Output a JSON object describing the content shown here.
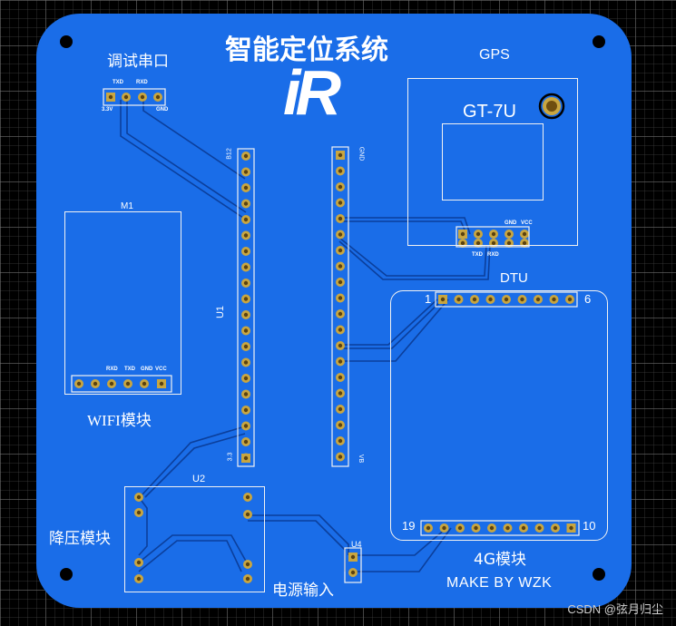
{
  "title": "智能定位系统",
  "logo": "iR",
  "debug": {
    "label": "调试串口",
    "txd": "TXD",
    "rxd": "RXD",
    "v33": "3.3V",
    "gnd": "GND"
  },
  "m1": {
    "label": "M1",
    "caption": "WIFI模块",
    "rxd": "RXD",
    "txd": "TXD",
    "gnd": "GND",
    "vcc": "VCC"
  },
  "u1": {
    "label": "U1",
    "top": "B12",
    "bottom": "3.3"
  },
  "right_header": {
    "top": "GND",
    "bottom": "VB"
  },
  "gps": {
    "label": "GPS",
    "chip": "GT-7U",
    "gnd": "GND",
    "vcc": "VCC",
    "txd": "TXD",
    "rxd": "RXD"
  },
  "dtu": {
    "label": "DTU",
    "pin1": "1",
    "pin6": "6",
    "pin19": "19",
    "pin10": "10",
    "caption": "4G模块"
  },
  "u2": {
    "label": "U2",
    "caption": "降压模块"
  },
  "u4": {
    "label": "U4",
    "caption": "电源输入"
  },
  "credit": "MAKE BY WZK",
  "watermark": "CSDN @弦月归尘",
  "colors": {
    "board": "#1a6de8",
    "pad": "#c9a640",
    "silk": "#ffffff",
    "trace": "#0b3f9c"
  }
}
